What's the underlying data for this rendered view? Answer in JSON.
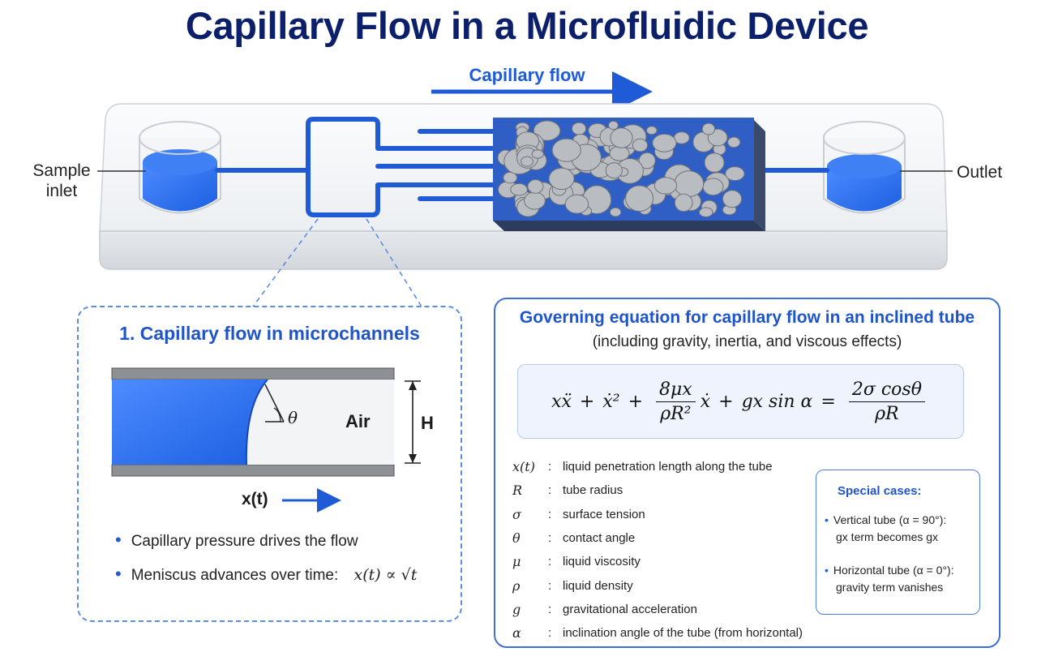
{
  "title": "Capillary Flow in a Microfluidic Device",
  "device": {
    "flow_label": "Capillary flow",
    "inlet_label": "Sample\ninlet",
    "outlet_label": "Outlet"
  },
  "section1": {
    "heading": "1. Capillary flow in microchannels",
    "air_label": "Air",
    "height_label": "H",
    "angle_label": "θ",
    "position_label": "x(t)",
    "bullets": [
      {
        "text": "Capillary pressure drives the flow"
      },
      {
        "text": "Meniscus advances over time:",
        "formula": "x(t) ∝ √t"
      }
    ]
  },
  "equation_panel": {
    "heading": "Governing equation for capillary flow in an inclined tube",
    "subheading": "(including gravity, inertia, and viscous effects)",
    "equation": {
      "term1": "xẍ",
      "plus": "+",
      "term2": "ẋ²",
      "visc_num": "8μx",
      "visc_den": "ρR²",
      "visc_tail": "ẋ",
      "term4": "gx sin α",
      "equals": "=",
      "rhs_num": "2σ cosθ",
      "rhs_den": "ρR"
    },
    "variables": [
      {
        "symbol": "x(t)",
        "desc": "liquid penetration length along the tube"
      },
      {
        "symbol": "R",
        "desc": "tube radius"
      },
      {
        "symbol": "σ",
        "desc": "surface tension"
      },
      {
        "symbol": "θ",
        "desc": "contact angle"
      },
      {
        "symbol": "μ",
        "desc": "liquid viscosity"
      },
      {
        "symbol": "ρ",
        "desc": "liquid density"
      },
      {
        "symbol": "g",
        "desc": "gravitational acceleration"
      },
      {
        "symbol": "α",
        "desc": "inclination angle of the tube (from horizontal)"
      }
    ],
    "colon": ":",
    "special_cases": {
      "title": "Special cases:",
      "items": [
        {
          "line1": "Vertical tube (α = 90°):",
          "line2": "gx term becomes gx"
        },
        {
          "line1": "Horizontal tube (α = 0°):",
          "line2": "gravity term vanishes"
        }
      ]
    }
  },
  "colors": {
    "title": "#0b1f6b",
    "accent": "#1f5bd6",
    "liquid": "#2a6df0",
    "pebble": "#b9bcc1"
  }
}
